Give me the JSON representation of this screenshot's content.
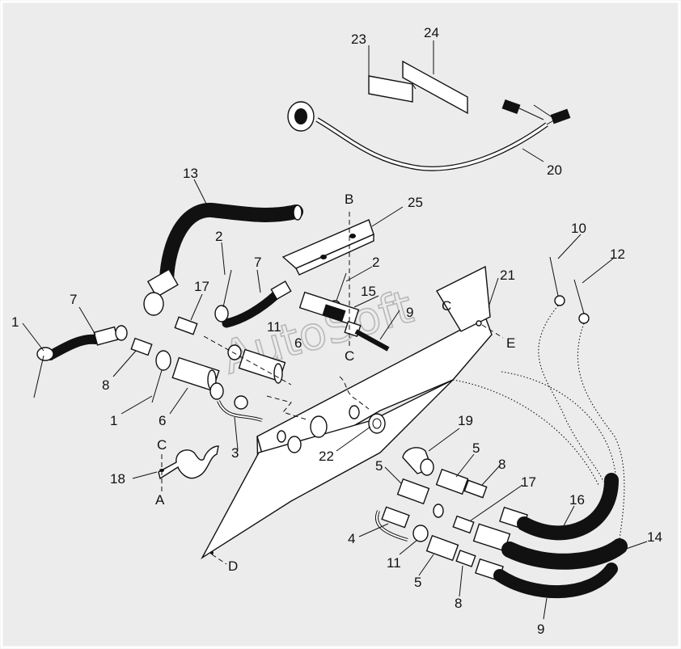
{
  "watermark": "AutoSoft",
  "callouts": {
    "c1a": "1",
    "c1b": "1",
    "c2a": "2",
    "c2b": "2",
    "c3": "3",
    "c4": "4",
    "c5a": "5",
    "c5b": "5",
    "c5c": "5",
    "c6a": "6",
    "c6b": "6",
    "c7a": "7",
    "c7b": "7",
    "c8a": "8",
    "c8b": "8",
    "c8c": "8",
    "c9a": "9",
    "c9b": "9",
    "c10": "10",
    "c11a": "11",
    "c11b": "11",
    "c12": "12",
    "c13": "13",
    "c14": "14",
    "c15": "15",
    "c16": "16",
    "c17a": "17",
    "c17b": "17",
    "c18": "18",
    "c19": "19",
    "c20": "20",
    "c21": "21",
    "c22": "22",
    "c23": "23",
    "c24": "24",
    "c25": "25"
  },
  "refs": {
    "A": "A",
    "B": "B",
    "C1": "C",
    "C2": "C",
    "C3": "C",
    "D": "D",
    "E": "E"
  }
}
